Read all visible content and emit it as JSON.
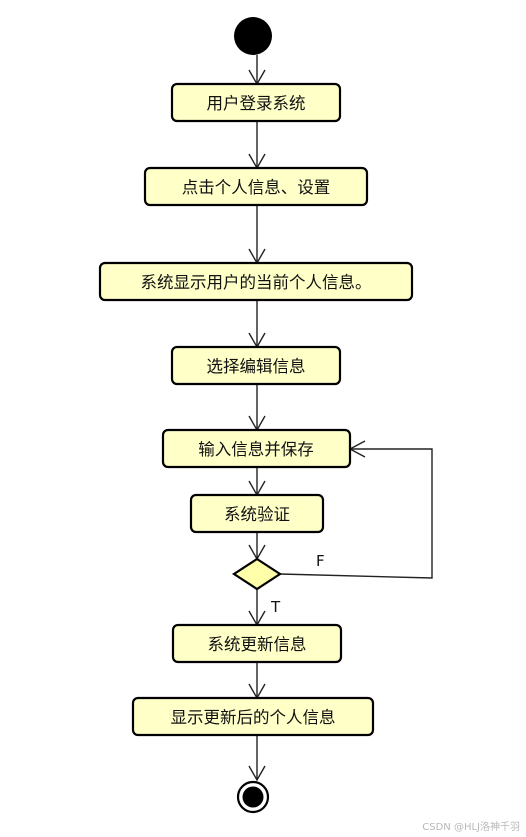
{
  "diagram": {
    "nodes": {
      "login": "用户登录系统",
      "click_settings": "点击个人信息、设置",
      "show_info": "系统显示用户的当前个人信息。",
      "choose_edit": "选择编辑信息",
      "input_save": "输入信息并保存",
      "verify": "系统验证",
      "update": "系统更新信息",
      "show_updated": "显示更新后的个人信息"
    },
    "guards": {
      "false_label": "F",
      "true_label": "T"
    },
    "colors": {
      "activity_fill": "#ffffc8",
      "decision_fill": "#ffffaa",
      "outline": "#000000"
    }
  },
  "watermark": "CSDN @HLJ洛神千羽"
}
